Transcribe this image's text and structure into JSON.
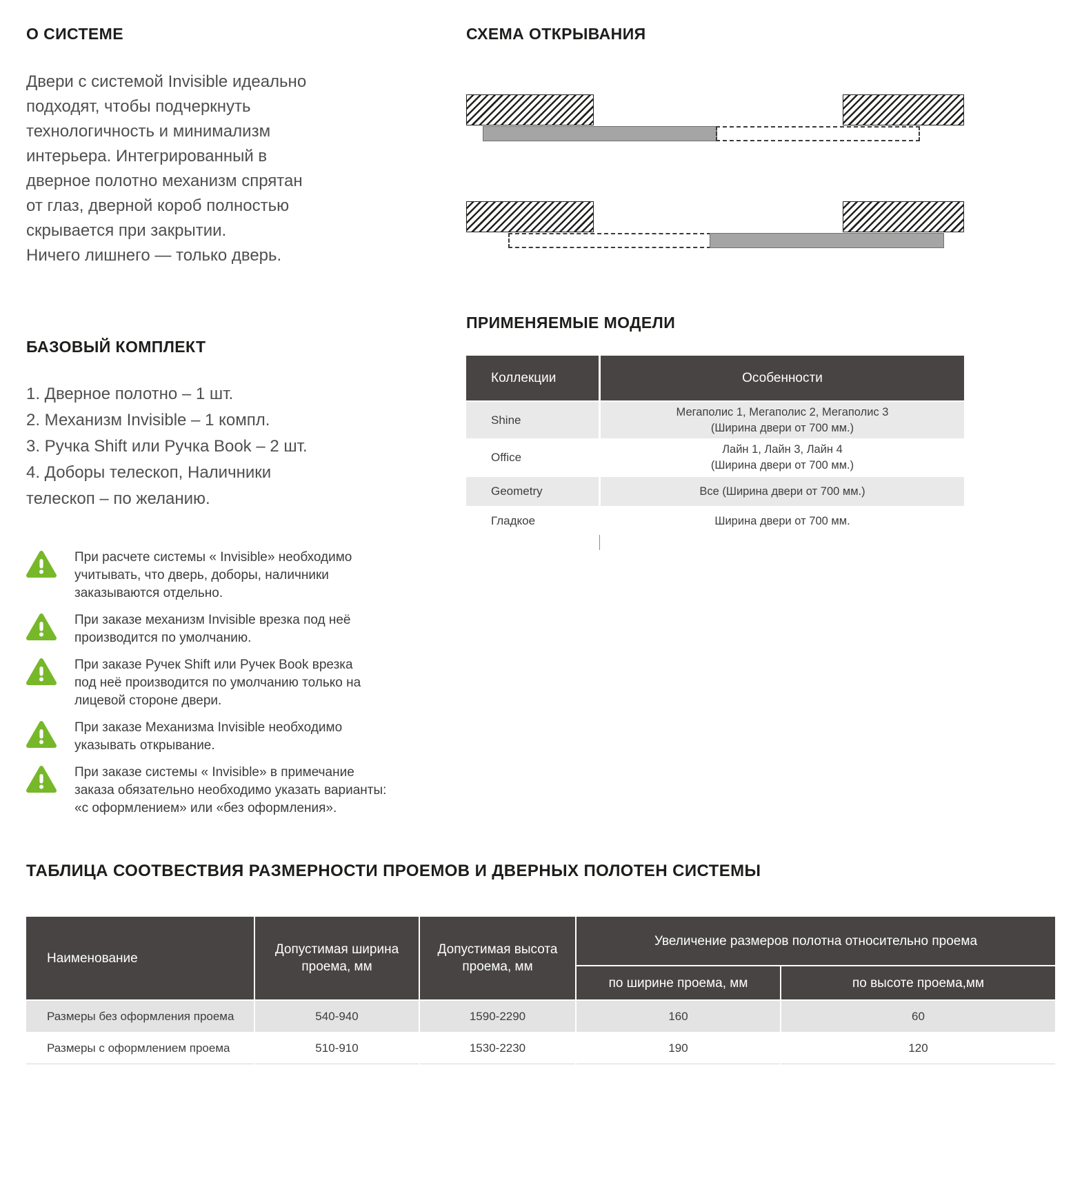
{
  "about": {
    "title": "О СИСТЕМЕ",
    "paragraph": "Двери с системой Invisible идеально\nподходят, чтобы подчеркнуть\nтехнологичность и минимализм\nинтерьера. Интегрированный в\nдверное полотно механизм спрятан\nот глаз, дверной короб полностью\nскрывается при закрытии.\nНичего лишнего — только дверь."
  },
  "scheme": {
    "title": "СХЕМА ОТКРЫВАНИЯ"
  },
  "kit": {
    "title": "БАЗОВЫЙ КОМПЛЕКТ",
    "items": [
      "1. Дверное полотно – 1 шт.",
      "2. Механизм Invisible – 1 компл.",
      "3. Ручка Shift или Ручка Book – 2 шт.",
      "4. Доборы телескоп, Наличники\nтелескоп – по желанию."
    ]
  },
  "warnings": [
    "При расчете системы « Invisible» необходимо\nучитывать, что дверь, доборы, наличники\nзаказываются отдельно.",
    "При заказе механизм Invisible врезка под неё\nпроизводится по умолчанию.",
    "При заказе Ручек Shift или Ручек Book врезка\nпод неё производится  по умолчанию только на\nлицевой стороне двери.",
    "При заказе Механизма  Invisible необходимо\nуказывать открывание.",
    "При заказе системы « Invisible» в примечание\nзаказа обязательно необходимо указать варианты:\n«с оформлением» или «без оформления»."
  ],
  "models": {
    "title": "ПРИМЕНЯЕМЫЕ МОДЕЛИ",
    "headers": {
      "collection": "Коллекции",
      "features": "Особенности"
    },
    "rows": [
      {
        "collection": "Shine",
        "features": "Мегаполис 1, Мегаполис 2, Мегаполис 3\n(Ширина двери от 700 мм.)"
      },
      {
        "collection": "Office",
        "features": "Лайн 1, Лайн 3, Лайн 4\n(Ширина двери от 700 мм.)"
      },
      {
        "collection": "Geometry",
        "features": "Все (Ширина двери от 700 мм.)"
      },
      {
        "collection": "Гладкое",
        "features": "Ширина двери от 700 мм."
      }
    ]
  },
  "size_table": {
    "title": "ТАБЛИЦА СООТВЕСТВИЯ РАЗМЕРНОСТИ ПРОЕМОВ И ДВЕРНЫХ ПОЛОТЕН СИСТЕМЫ",
    "headers": {
      "name": "Наименование",
      "width": "Допустимая ширина\nпроема, мм",
      "height": "Допустимая высота\nпроема, мм",
      "group": "Увеличение размеров полотна относительно проема",
      "by_width": "по ширине проема, мм",
      "by_height": "по высоте проема,мм"
    },
    "rows": [
      {
        "name": "Размеры без оформления проема",
        "width": "540-940",
        "height": "1590-2290",
        "by_width": "160",
        "by_height": "60"
      },
      {
        "name": "Размеры с оформлением проема",
        "width": "510-910",
        "height": "1530-2230",
        "by_width": "190",
        "by_height": "120"
      }
    ]
  },
  "colors": {
    "accent_green": "#77b82a",
    "table_header": "#474443",
    "row_gray": "#e9e9e9"
  }
}
